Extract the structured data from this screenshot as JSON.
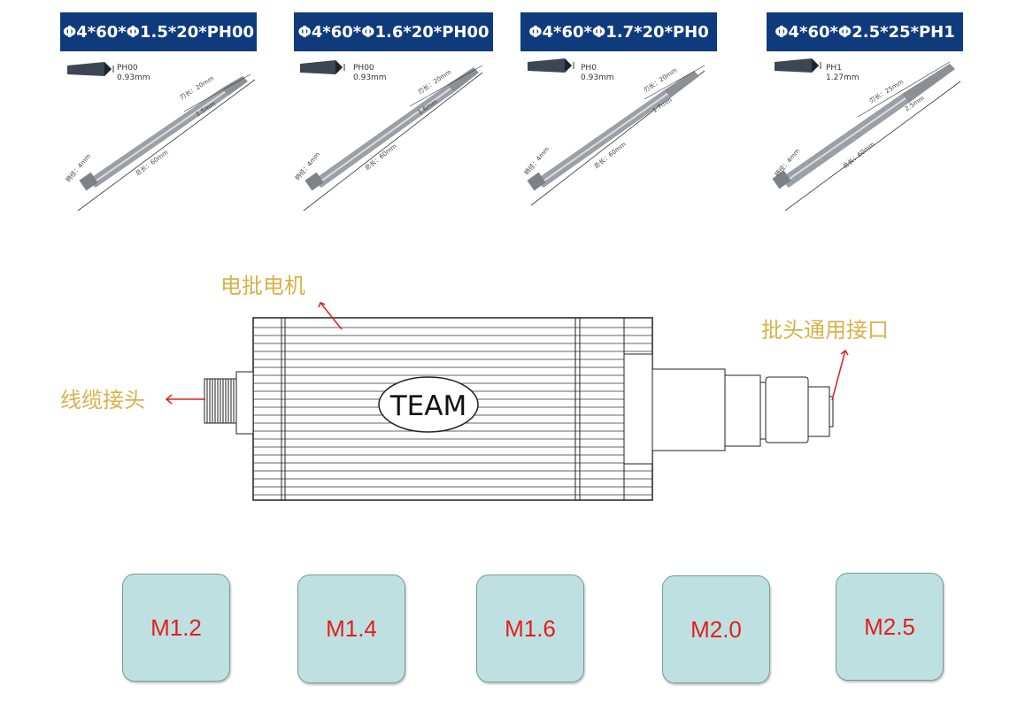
{
  "bits": [
    {
      "title": "Φ4*60*Φ1.5*20*PH00",
      "tip_type": "PH00",
      "tip_size": "0.93mm",
      "blade_len": "刃长：20mm",
      "blade_dia": "1.5mm",
      "shank_dia": "柄径：4mm",
      "total_len": "总长：60mm"
    },
    {
      "title": "Φ4*60*Φ1.6*20*PH00",
      "tip_type": "PH00",
      "tip_size": "0.93mm",
      "blade_len": "刃长：20mm",
      "blade_dia": "1.6mm",
      "shank_dia": "柄径：4mm",
      "total_len": "总长：60mm"
    },
    {
      "title": "Φ4*60*Φ1.7*20*PH0",
      "tip_type": "PH0",
      "tip_size": "0.93mm",
      "blade_len": "刃长：20mm",
      "blade_dia": "1.7mm",
      "shank_dia": "柄径：4mm",
      "total_len": "总长：60mm"
    },
    {
      "title": "Φ4*60*Φ2.5*25*PH1",
      "tip_type": "PH1",
      "tip_size": "1.27mm",
      "blade_len": "刃长：25mm",
      "blade_dia": "2.5mm",
      "shank_dia": "柄径：4mm",
      "total_len": "总长：60mm"
    }
  ],
  "motor": {
    "brand": "TEAM",
    "label_motor": "电批电机",
    "label_interface": "批头通用接口",
    "label_cable": "线缆接头"
  },
  "sizes": [
    "M1.2",
    "M1.4",
    "M1.6",
    "M2.0",
    "M2.5"
  ],
  "colors": {
    "title_bg": "#0f3b7d",
    "annotation": "#d8b24a",
    "button_bg": "#bfe0e0",
    "button_text": "#e02020",
    "arrow": "#e02020"
  }
}
